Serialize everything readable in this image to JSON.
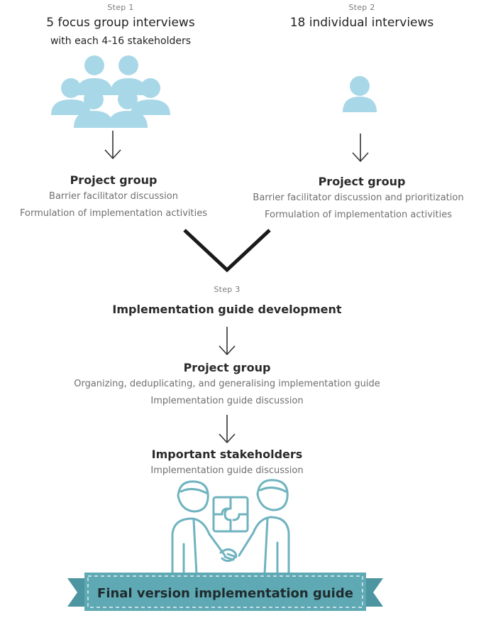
{
  "step1": {
    "label": "Step 1",
    "title": "5 focus group interviews",
    "subtitle": "with each 4-16 stakeholders",
    "group_title": "Project group",
    "lines": [
      "Barrier facilitator discussion",
      "Formulation of implementation activities"
    ]
  },
  "step2": {
    "label": "Step 2",
    "title": "18 individual interviews",
    "group_title": "Project group",
    "lines": [
      "Barrier facilitator discussion and prioritization",
      "Formulation of implementation activities"
    ]
  },
  "step3": {
    "label": "Step 3",
    "title": "Implementation guide development",
    "project_group": {
      "title": "Project group",
      "lines": [
        "Organizing, deduplicating, and generalising  implementation guide",
        "Implementation guide discussion"
      ]
    },
    "stakeholders": {
      "title": "Important stakeholders",
      "lines": [
        "Implementation guide discussion"
      ]
    }
  },
  "banner": {
    "label": "Final version implementation guide"
  },
  "colors": {
    "person": "#a8d8e8",
    "teal": "#6fb3bf",
    "banner": "#5fa9b4",
    "text": "#2a2a2a",
    "muted": "#6f6f6f"
  },
  "icons": [
    "people-group-icon",
    "single-person-icon",
    "down-arrow-icon",
    "merge-arrow-icon",
    "handshake-puzzle-icon",
    "banner-ribbon"
  ]
}
